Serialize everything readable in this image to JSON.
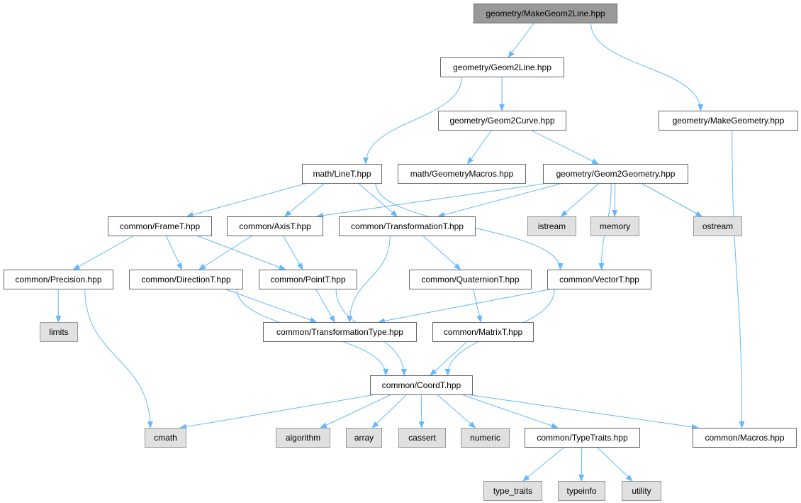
{
  "colors": {
    "edge": "#63b8ff",
    "root_fill": "#999999",
    "local_fill": "#ffffff",
    "system_fill": "#e0e0e0",
    "border": "#666666"
  },
  "nodes": [
    {
      "id": "root",
      "label": "geometry/MakeGeom2Line.hpp",
      "kind": "root"
    },
    {
      "id": "geom2line",
      "label": "geometry/Geom2Line.hpp",
      "kind": "local"
    },
    {
      "id": "makegeometry",
      "label": "geometry/MakeGeometry.hpp",
      "kind": "local"
    },
    {
      "id": "geom2curve",
      "label": "geometry/Geom2Curve.hpp",
      "kind": "local"
    },
    {
      "id": "linet",
      "label": "math/LineT.hpp",
      "kind": "local"
    },
    {
      "id": "geommacros",
      "label": "math/GeometryMacros.hpp",
      "kind": "local"
    },
    {
      "id": "geom2geometry",
      "label": "geometry/Geom2Geometry.hpp",
      "kind": "local"
    },
    {
      "id": "framet",
      "label": "common/FrameT.hpp",
      "kind": "local"
    },
    {
      "id": "axist",
      "label": "common/AxisT.hpp",
      "kind": "local"
    },
    {
      "id": "transformationt",
      "label": "common/TransformationT.hpp",
      "kind": "local"
    },
    {
      "id": "istream",
      "label": "istream",
      "kind": "system"
    },
    {
      "id": "memory",
      "label": "memory",
      "kind": "system"
    },
    {
      "id": "ostream",
      "label": "ostream",
      "kind": "system"
    },
    {
      "id": "precision",
      "label": "common/Precision.hpp",
      "kind": "local"
    },
    {
      "id": "directiont",
      "label": "common/DirectionT.hpp",
      "kind": "local"
    },
    {
      "id": "pointt",
      "label": "common/PointT.hpp",
      "kind": "local"
    },
    {
      "id": "quaterniont",
      "label": "common/QuaternionT.hpp",
      "kind": "local"
    },
    {
      "id": "vectort",
      "label": "common/VectorT.hpp",
      "kind": "local"
    },
    {
      "id": "limits",
      "label": "limits",
      "kind": "system"
    },
    {
      "id": "transformationtype",
      "label": "common/TransformationType.hpp",
      "kind": "local"
    },
    {
      "id": "matrixt",
      "label": "common/MatrixT.hpp",
      "kind": "local"
    },
    {
      "id": "coordt",
      "label": "common/CoordT.hpp",
      "kind": "local"
    },
    {
      "id": "cmath",
      "label": "cmath",
      "kind": "system"
    },
    {
      "id": "algorithm",
      "label": "algorithm",
      "kind": "system"
    },
    {
      "id": "array",
      "label": "array",
      "kind": "system"
    },
    {
      "id": "cassert",
      "label": "cassert",
      "kind": "system"
    },
    {
      "id": "numeric",
      "label": "numeric",
      "kind": "system"
    },
    {
      "id": "typetraits",
      "label": "common/TypeTraits.hpp",
      "kind": "local"
    },
    {
      "id": "macros",
      "label": "common/Macros.hpp",
      "kind": "local"
    },
    {
      "id": "type_traits",
      "label": "type_traits",
      "kind": "system"
    },
    {
      "id": "typeinfo",
      "label": "typeinfo",
      "kind": "system"
    },
    {
      "id": "utility",
      "label": "utility",
      "kind": "system"
    }
  ],
  "edges": [
    [
      "root",
      "geom2line"
    ],
    [
      "root",
      "makegeometry"
    ],
    [
      "geom2line",
      "geom2curve"
    ],
    [
      "geom2line",
      "linet"
    ],
    [
      "geom2curve",
      "geommacros"
    ],
    [
      "geom2curve",
      "geom2geometry"
    ],
    [
      "makegeometry",
      "macros"
    ],
    [
      "linet",
      "framet"
    ],
    [
      "linet",
      "axist"
    ],
    [
      "linet",
      "transformationt"
    ],
    [
      "linet",
      "vectort"
    ],
    [
      "geom2geometry",
      "axist"
    ],
    [
      "geom2geometry",
      "transformationt"
    ],
    [
      "geom2geometry",
      "istream"
    ],
    [
      "geom2geometry",
      "memory"
    ],
    [
      "geom2geometry",
      "ostream"
    ],
    [
      "geom2geometry",
      "vectort"
    ],
    [
      "framet",
      "precision"
    ],
    [
      "framet",
      "directiont"
    ],
    [
      "framet",
      "pointt"
    ],
    [
      "axist",
      "directiont"
    ],
    [
      "axist",
      "pointt"
    ],
    [
      "transformationt",
      "quaterniont"
    ],
    [
      "transformationt",
      "transformationtype"
    ],
    [
      "precision",
      "limits"
    ],
    [
      "precision",
      "cmath"
    ],
    [
      "directiont",
      "transformationtype"
    ],
    [
      "directiont",
      "coordt"
    ],
    [
      "pointt",
      "transformationtype"
    ],
    [
      "pointt",
      "coordt"
    ],
    [
      "quaterniont",
      "matrixt"
    ],
    [
      "vectort",
      "transformationtype"
    ],
    [
      "vectort",
      "coordt"
    ],
    [
      "matrixt",
      "coordt"
    ],
    [
      "coordt",
      "cmath"
    ],
    [
      "coordt",
      "algorithm"
    ],
    [
      "coordt",
      "array"
    ],
    [
      "coordt",
      "cassert"
    ],
    [
      "coordt",
      "numeric"
    ],
    [
      "coordt",
      "typetraits"
    ],
    [
      "coordt",
      "macros"
    ],
    [
      "typetraits",
      "type_traits"
    ],
    [
      "typetraits",
      "typeinfo"
    ],
    [
      "typetraits",
      "utility"
    ]
  ]
}
